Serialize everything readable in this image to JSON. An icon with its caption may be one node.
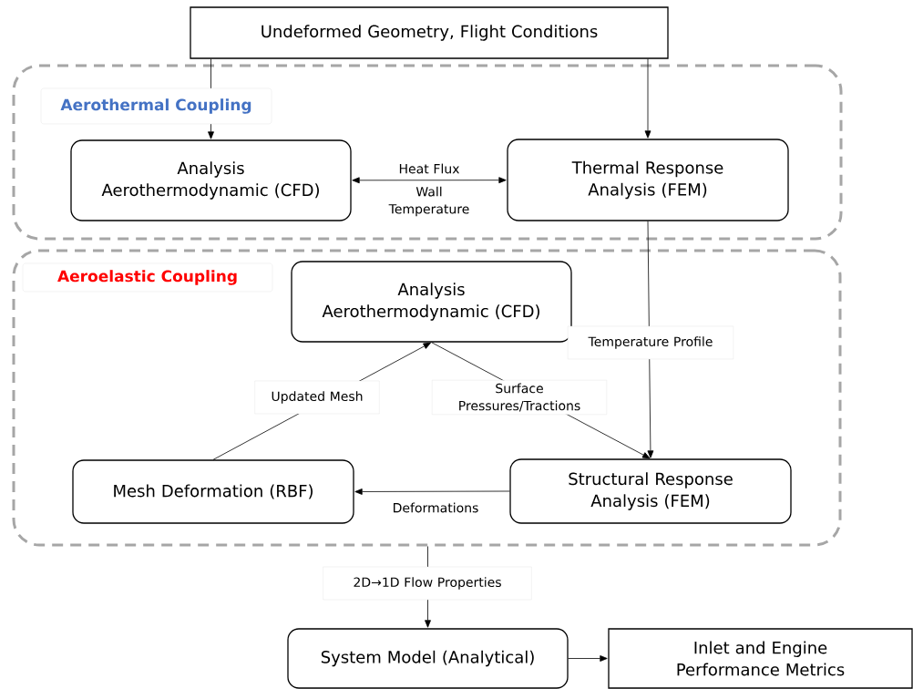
{
  "diagram": {
    "nodes": [
      {
        "text": [
          "Undeformed Geometry, Flight Conditions"
        ]
      },
      {
        "text": [
          "Aerothermal Coupling"
        ]
      },
      {
        "text": [
          "Analysis Aerothermodynamic (CFD)"
        ],
        "in": 1
      },
      {
        "text": [
          "Thermal Response Analysis (FEM)"
        ],
        "in": 1
      },
      {
        "text": [
          "Aeroelastic Coupling"
        ]
      },
      {
        "text": [
          "Analysis Aerothermodynamic (CFD)"
        ],
        "in": 4
      },
      {
        "text": [
          "Mesh Deformation (RBF)"
        ],
        "in": 4
      },
      {
        "text": [
          "Structural Response Analysis (FEM)"
        ],
        "in": 4
      },
      {
        "text": [
          "System Model (Analytical)"
        ]
      },
      {
        "text": [
          "Inlet and Engine Performance Metrics"
        ]
      }
    ],
    "edges": [
      {
        "from": 0,
        "to": 2,
        "arrow": "to"
      },
      {
        "from": 0,
        "to": 3,
        "arrow": "to"
      },
      {
        "from": 2,
        "to": 3,
        "arrow": "both",
        "label": "Heat Flux"
      },
      {
        "from": 3,
        "to": 7,
        "arrow": "to",
        "label": "Temperature Profile"
      },
      {
        "from": 6,
        "to": 5,
        "arrow": "to",
        "label": "Updated Mesh"
      },
      {
        "from": 5,
        "to": 7,
        "arrow": "to",
        "label": "Surface Pressures/Tractions"
      },
      {
        "from": 7,
        "to": 6,
        "arrow": "to",
        "label": "Deformations"
      },
      {
        "from": 4,
        "to": 8,
        "arrow": "to",
        "label": "2D→1D Flow Properties"
      },
      {
        "from": 8,
        "to": 9,
        "arrow": "to"
      }
    ],
    "labels": [
      "Wall Temperature"
    ]
  }
}
